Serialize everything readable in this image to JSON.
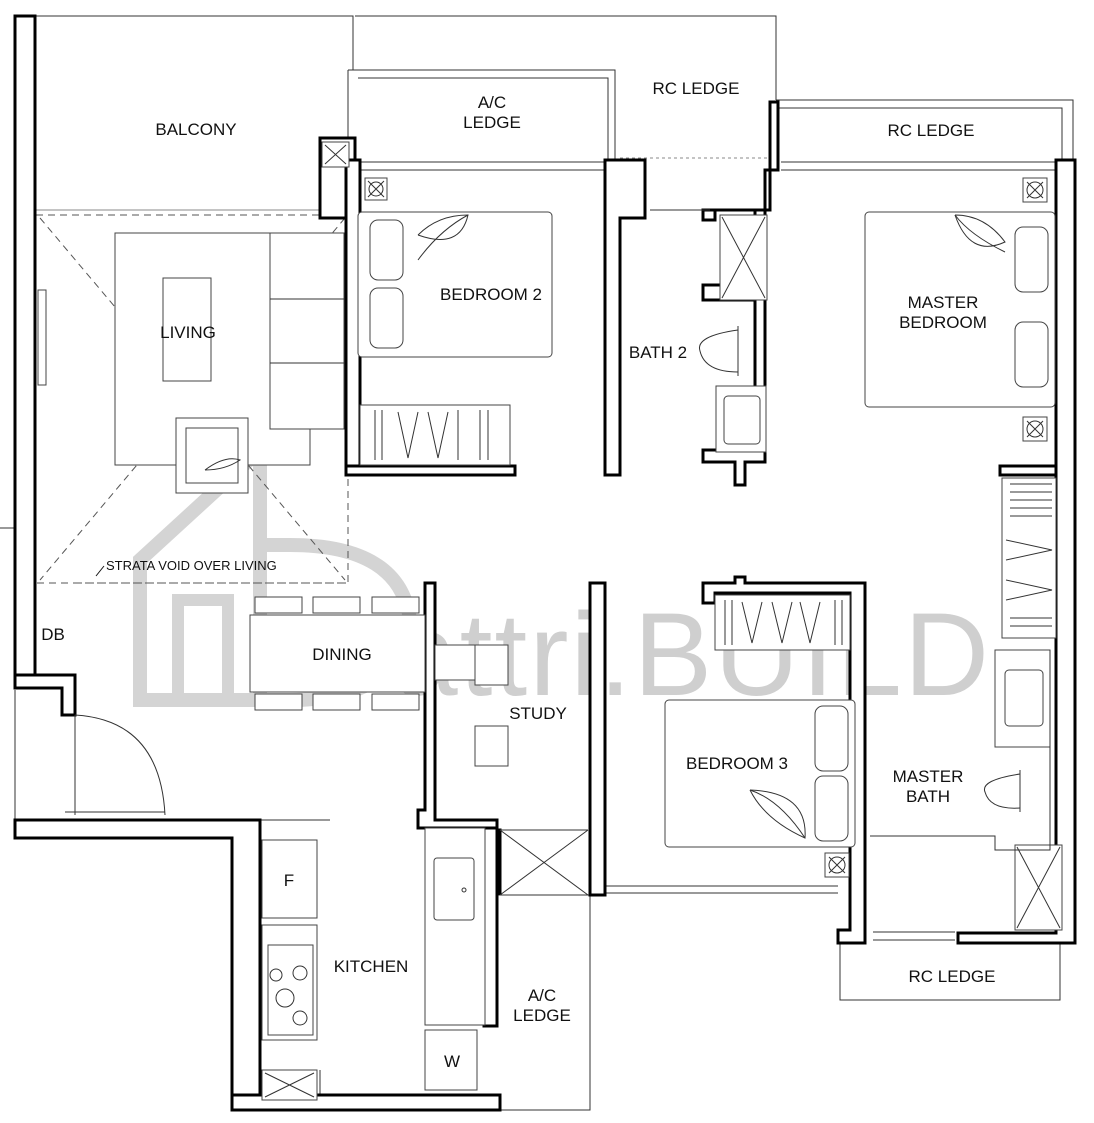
{
  "rooms": {
    "balcony": "BALCONY",
    "ac_ledge_top_l1": "A/C",
    "ac_ledge_top_l2": "LEDGE",
    "rc_ledge_top": "RC LEDGE",
    "rc_ledge_right": "RC LEDGE",
    "living": "LIVING",
    "bedroom2": "BEDROOM 2",
    "bath2": "BATH 2",
    "master_bedroom_l1": "MASTER",
    "master_bedroom_l2": "BEDROOM",
    "strata_void": "STRATA VOID OVER LIVING",
    "db": "DB",
    "dining": "DINING",
    "study": "STUDY",
    "bedroom3": "BEDROOM 3",
    "master_bath_l1": "MASTER",
    "master_bath_l2": "BATH",
    "fridge": "F",
    "kitchen": "KITCHEN",
    "ac_ledge_bottom_l1": "A/C",
    "ac_ledge_bottom_l2": "LEDGE",
    "washer": "W",
    "rc_ledge_bottom": "RC LEDGE"
  },
  "watermark": {
    "brand": "attri.BUILD"
  }
}
